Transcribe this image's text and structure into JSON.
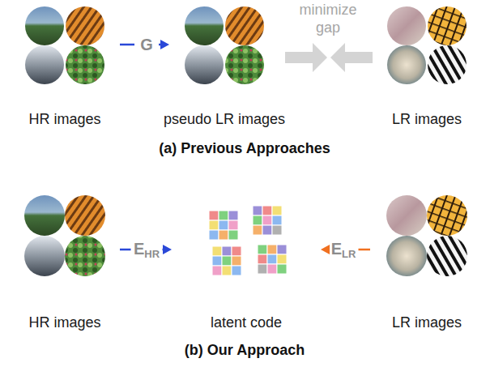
{
  "diagram": {
    "nodes": [
      {
        "text": [
          "HR images"
        ]
      },
      {
        "text": [
          "G"
        ]
      },
      {
        "text": [
          "pseudo LR images"
        ]
      },
      {
        "text": [
          "LR images"
        ]
      },
      {
        "text": [
          "HR images"
        ]
      },
      {
        "text": [
          "E",
          "HR"
        ]
      },
      {
        "text": [
          "latent code"
        ]
      },
      {
        "text": [
          "E",
          "LR"
        ]
      },
      {
        "text": [
          "LR images"
        ]
      }
    ],
    "edges": [
      {
        "from": 0,
        "to": 1,
        "arrow": "none"
      },
      {
        "from": 1,
        "to": 2,
        "arrow": "to"
      },
      {
        "from": 4,
        "to": 5,
        "arrow": "none"
      },
      {
        "from": 5,
        "to": 6,
        "arrow": "to"
      },
      {
        "from": 8,
        "to": 7,
        "arrow": "none"
      },
      {
        "from": 7,
        "to": 6,
        "arrow": "to"
      }
    ],
    "labels": [
      "minimize gap",
      "(a) Previous Approaches",
      "(b) Our Approach"
    ]
  }
}
